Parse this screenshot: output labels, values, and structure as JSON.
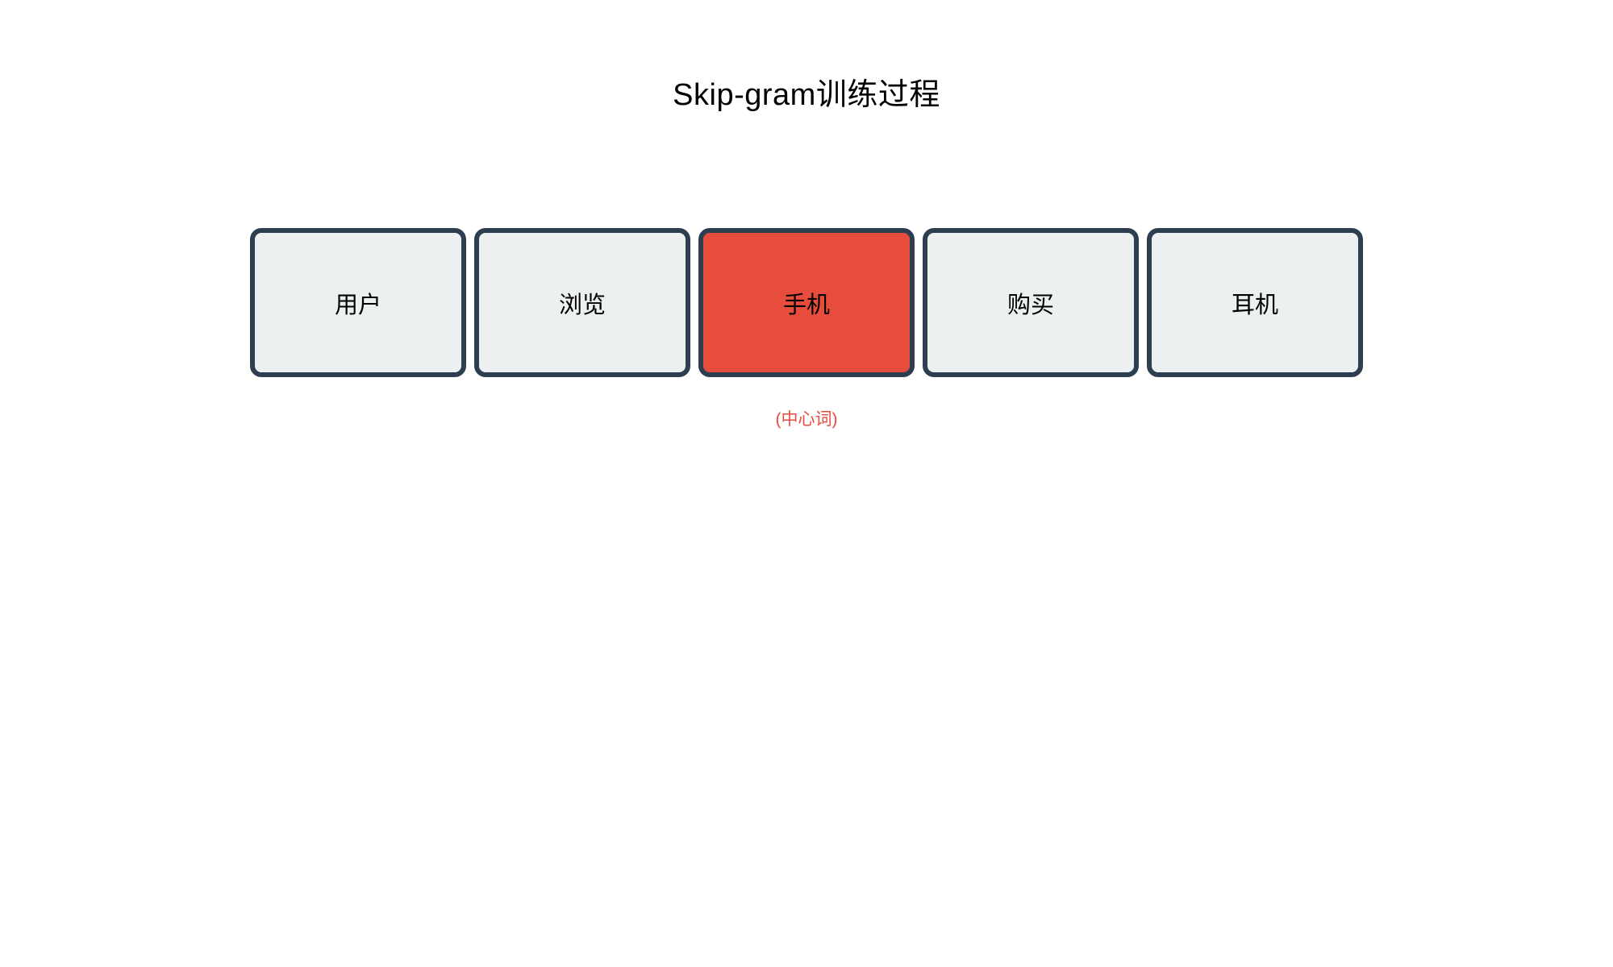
{
  "page": {
    "title": "Skip-gram训练过程"
  },
  "colors": {
    "background": "#ffffff",
    "box_fill": "#ecf0f1",
    "box_border": "#2c3e50",
    "center_box_fill": "#e74c3c",
    "box_text": "#000000",
    "annotation_text": "#e74c3c"
  },
  "sequence": {
    "words": [
      {
        "label": "用户",
        "role": "context"
      },
      {
        "label": "浏览",
        "role": "context"
      },
      {
        "label": "手机",
        "role": "center"
      },
      {
        "label": "购买",
        "role": "context"
      },
      {
        "label": "耳机",
        "role": "context"
      }
    ]
  },
  "annotation": {
    "center_word_label": "(中心词)"
  }
}
